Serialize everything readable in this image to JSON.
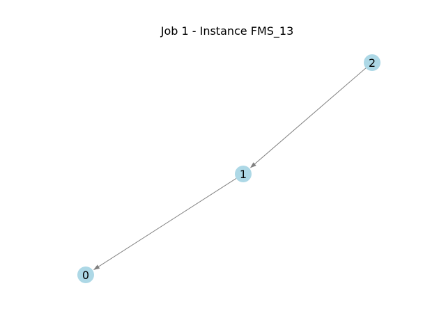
{
  "figure": {
    "title": "Job 1 - Instance FMS_13"
  },
  "graph": {
    "directed": true,
    "colors": {
      "node_fill": "#add8e6",
      "edge": "#808080",
      "label": "#000000"
    },
    "nodes": [
      {
        "id": "0",
        "label": "0"
      },
      {
        "id": "1",
        "label": "1"
      },
      {
        "id": "2",
        "label": "2"
      }
    ],
    "edges": [
      {
        "from": "2",
        "to": "1"
      },
      {
        "from": "1",
        "to": "0"
      }
    ]
  }
}
